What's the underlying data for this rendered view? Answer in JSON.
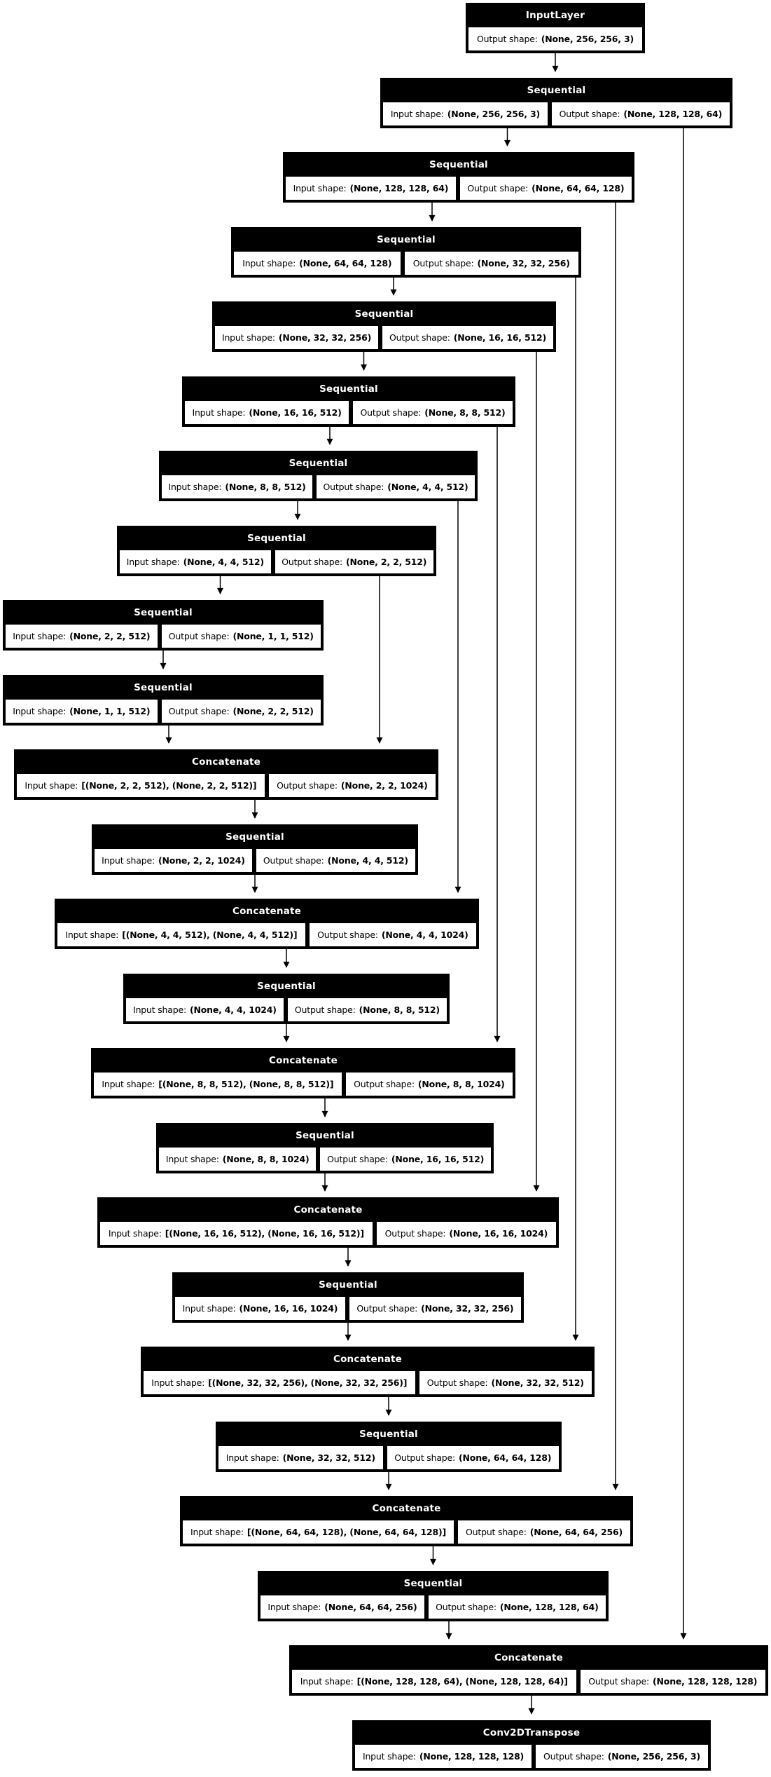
{
  "diagram": {
    "kind": "keras-model-architecture-graph",
    "labels": {
      "input": "Input shape:",
      "output": "Output shape:"
    },
    "colors": {
      "node_fill": "#000000",
      "node_title_text": "#ffffff",
      "cell_fill": "#ffffff",
      "cell_text": "#000000",
      "edge": "#000000",
      "background": "#ffffff"
    },
    "nodes": [
      {
        "name": "InputLayer",
        "input_shape": null,
        "output_shape": "(None, 256, 256, 3)"
      },
      {
        "name": "Sequential",
        "input_shape": "(None, 256, 256, 3)",
        "output_shape": "(None, 128, 128, 64)"
      },
      {
        "name": "Sequential",
        "input_shape": "(None, 128, 128, 64)",
        "output_shape": "(None, 64, 64, 128)"
      },
      {
        "name": "Sequential",
        "input_shape": "(None, 64, 64, 128)",
        "output_shape": "(None, 32, 32, 256)"
      },
      {
        "name": "Sequential",
        "input_shape": "(None, 32, 32, 256)",
        "output_shape": "(None, 16, 16, 512)"
      },
      {
        "name": "Sequential",
        "input_shape": "(None, 16, 16, 512)",
        "output_shape": "(None, 8, 8, 512)"
      },
      {
        "name": "Sequential",
        "input_shape": "(None, 8, 8, 512)",
        "output_shape": "(None, 4, 4, 512)"
      },
      {
        "name": "Sequential",
        "input_shape": "(None, 4, 4, 512)",
        "output_shape": "(None, 2, 2, 512)"
      },
      {
        "name": "Sequential",
        "input_shape": "(None, 2, 2, 512)",
        "output_shape": "(None, 1, 1, 512)"
      },
      {
        "name": "Sequential",
        "input_shape": "(None, 1, 1, 512)",
        "output_shape": "(None, 2, 2, 512)"
      },
      {
        "name": "Concatenate",
        "input_shape": "[(None, 2, 2, 512), (None, 2, 2, 512)]",
        "output_shape": "(None, 2, 2, 1024)"
      },
      {
        "name": "Sequential",
        "input_shape": "(None, 2, 2, 1024)",
        "output_shape": "(None, 4, 4, 512)"
      },
      {
        "name": "Concatenate",
        "input_shape": "[(None, 4, 4, 512), (None, 4, 4, 512)]",
        "output_shape": "(None, 4, 4, 1024)"
      },
      {
        "name": "Sequential",
        "input_shape": "(None, 4, 4, 1024)",
        "output_shape": "(None, 8, 8, 512)"
      },
      {
        "name": "Concatenate",
        "input_shape": "[(None, 8, 8, 512), (None, 8, 8, 512)]",
        "output_shape": "(None, 8, 8, 1024)"
      },
      {
        "name": "Sequential",
        "input_shape": "(None, 8, 8, 1024)",
        "output_shape": "(None, 16, 16, 512)"
      },
      {
        "name": "Concatenate",
        "input_shape": "[(None, 16, 16, 512), (None, 16, 16, 512)]",
        "output_shape": "(None, 16, 16, 1024)"
      },
      {
        "name": "Sequential",
        "input_shape": "(None, 16, 16, 1024)",
        "output_shape": "(None, 32, 32, 256)"
      },
      {
        "name": "Concatenate",
        "input_shape": "[(None, 32, 32, 256), (None, 32, 32, 256)]",
        "output_shape": "(None, 32, 32, 512)"
      },
      {
        "name": "Sequential",
        "input_shape": "(None, 32, 32, 512)",
        "output_shape": "(None, 64, 64, 128)"
      },
      {
        "name": "Concatenate",
        "input_shape": "[(None, 64, 64, 128), (None, 64, 64, 128)]",
        "output_shape": "(None, 64, 64, 256)"
      },
      {
        "name": "Sequential",
        "input_shape": "(None, 64, 64, 256)",
        "output_shape": "(None, 128, 128, 64)"
      },
      {
        "name": "Concatenate",
        "input_shape": "[(None, 128, 128, 64), (None, 128, 128, 64)]",
        "output_shape": "(None, 128, 128, 128)"
      },
      {
        "name": "Conv2DTranspose",
        "input_shape": "(None, 128, 128, 128)",
        "output_shape": "(None, 256, 256, 3)"
      }
    ],
    "edges": [
      {
        "from": 0,
        "to": 1
      },
      {
        "from": 1,
        "to": 2
      },
      {
        "from": 2,
        "to": 3
      },
      {
        "from": 3,
        "to": 4
      },
      {
        "from": 4,
        "to": 5
      },
      {
        "from": 5,
        "to": 6
      },
      {
        "from": 6,
        "to": 7
      },
      {
        "from": 7,
        "to": 8
      },
      {
        "from": 8,
        "to": 9
      },
      {
        "from": 9,
        "to": 10
      },
      {
        "from": 10,
        "to": 11
      },
      {
        "from": 11,
        "to": 12
      },
      {
        "from": 12,
        "to": 13
      },
      {
        "from": 13,
        "to": 14
      },
      {
        "from": 14,
        "to": 15
      },
      {
        "from": 15,
        "to": 16
      },
      {
        "from": 16,
        "to": 17
      },
      {
        "from": 17,
        "to": 18
      },
      {
        "from": 18,
        "to": 19
      },
      {
        "from": 19,
        "to": 20
      },
      {
        "from": 20,
        "to": 21
      },
      {
        "from": 21,
        "to": 22
      },
      {
        "from": 22,
        "to": 23
      },
      {
        "from": 7,
        "to": 10
      },
      {
        "from": 6,
        "to": 12
      },
      {
        "from": 5,
        "to": 14
      },
      {
        "from": 4,
        "to": 16
      },
      {
        "from": 3,
        "to": 18
      },
      {
        "from": 2,
        "to": 20
      },
      {
        "from": 1,
        "to": 22
      }
    ]
  }
}
